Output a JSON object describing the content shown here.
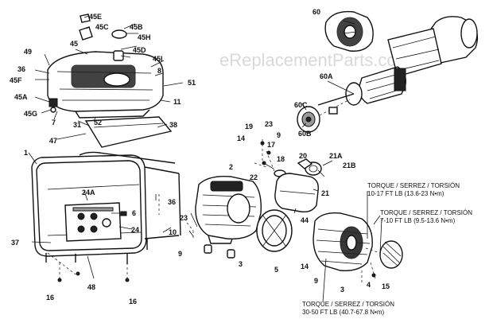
{
  "watermark": "eReplacementParts.com",
  "part_labels": {
    "p1": "1",
    "p2": "2",
    "p3": "3",
    "p3b": "3",
    "p4": "4",
    "p5": "5",
    "p6": "6",
    "p7": "7",
    "p8": "8",
    "p9a": "9",
    "p9b": "9",
    "p9c": "9",
    "p10": "10",
    "p11": "11",
    "p14a": "14",
    "p14b": "14",
    "p15": "15",
    "p16a": "16",
    "p16b": "16",
    "p17": "17",
    "p18": "18",
    "p19": "19",
    "p20": "20",
    "p21": "21",
    "p21a": "21A",
    "p21b": "21B",
    "p22": "22",
    "p23a": "23",
    "p23b": "23",
    "p24": "24",
    "p24a": "24A",
    "p31": "31",
    "p36a": "36",
    "p36b": "36",
    "p37": "37",
    "p38": "38",
    "p44": "44",
    "p45": "45",
    "p45a": "45A",
    "p45b": "45B",
    "p45c": "45C",
    "p45d": "45D",
    "p45e": "45E",
    "p45f": "45F",
    "p45g": "45G",
    "p45h": "45H",
    "p45i": "45I",
    "p47": "47",
    "p48": "48",
    "p49": "49",
    "p51": "51",
    "p52": "52",
    "p60": "60",
    "p60a": "60A",
    "p60b": "60B",
    "p60c": "60C"
  },
  "torque_notes": {
    "t1_line1": "TORQUE / SERREZ / TORSIÓN",
    "t1_line2": "10-17 FT LB (13.6-23 N•m)",
    "t2_line1": "TORQUE / SERREZ / TORSIÓN",
    "t2_line2": "7-10 FT LB (9.5-13.6 N•m)",
    "t3_line1": "TORQUE / SERREZ / TORSIÓN",
    "t3_line2": "30-50 FT LB (40.7-67.8 N•m)"
  }
}
